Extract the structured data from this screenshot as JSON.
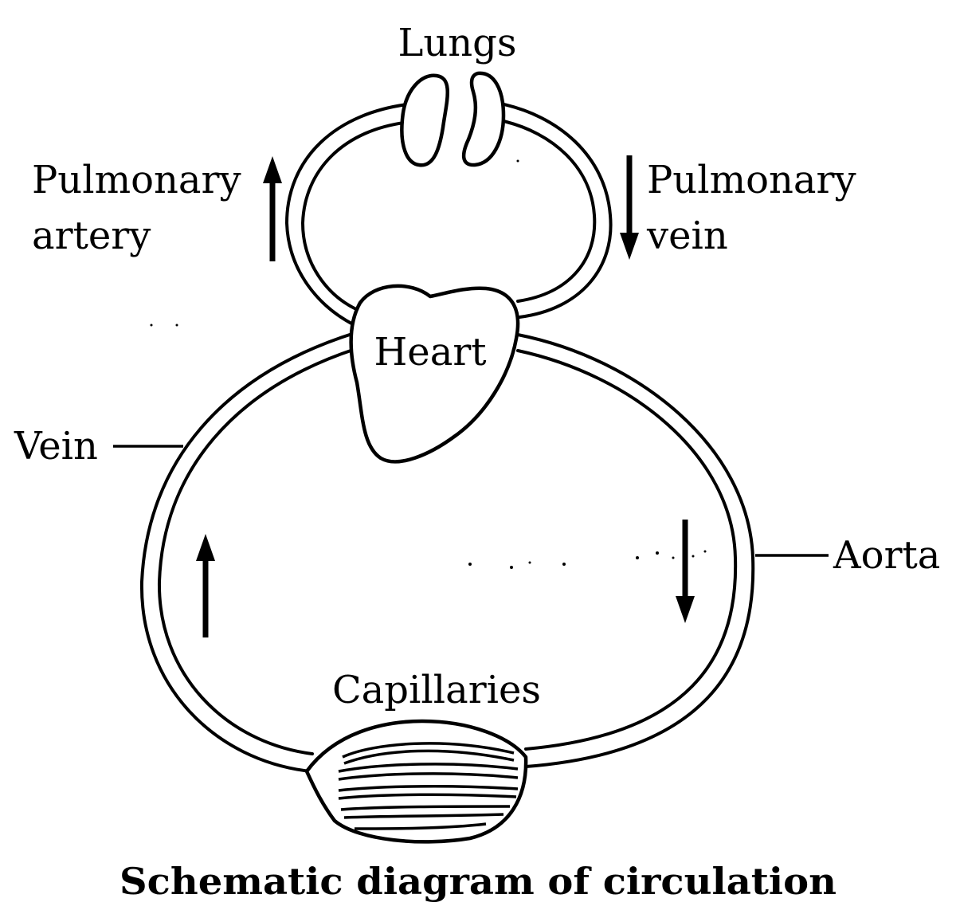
{
  "labels": {
    "lungs": "Lungs",
    "pulmonary_artery_line1": "Pulmonary",
    "pulmonary_artery_line2": "artery",
    "pulmonary_vein_line1": "Pulmonary",
    "pulmonary_vein_line2": "vein",
    "heart": "Heart",
    "vein": "Vein",
    "aorta": "Aorta",
    "capillaries": "Capillaries"
  },
  "title": "Schematic diagram of circulation"
}
